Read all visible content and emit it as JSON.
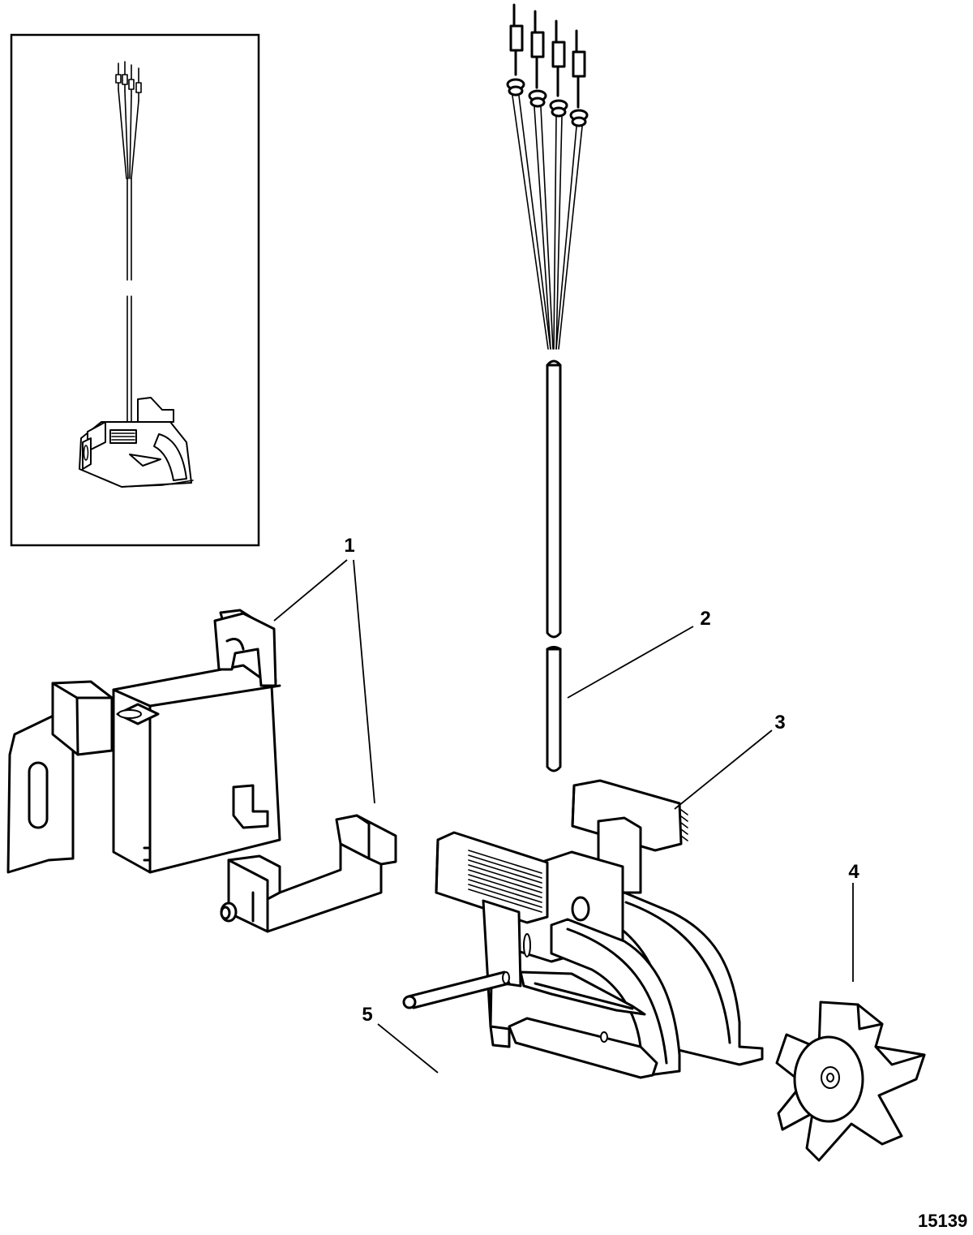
{
  "diagram": {
    "figure_number": "15139",
    "callouts": [
      {
        "label": "1"
      },
      {
        "label": "2"
      },
      {
        "label": "3"
      },
      {
        "label": "4"
      },
      {
        "label": "5"
      }
    ]
  }
}
